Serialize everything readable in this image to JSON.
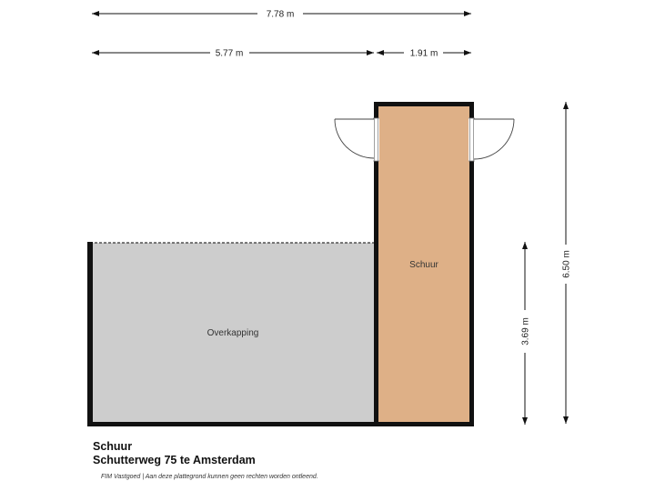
{
  "dimensions": {
    "top_total": "7.78 m",
    "top_left": "5.77 m",
    "top_right": "1.91 m",
    "right_inner": "3.69 m",
    "right_outer": "6.50 m"
  },
  "rooms": {
    "schuur": "Schuur",
    "overkapping": "Overkapping"
  },
  "colors": {
    "schuur_fill": "#deb087",
    "overkapping_fill": "#cdcdcd",
    "wall": "#111111"
  },
  "caption": {
    "title": "Schuur",
    "address": "Schutterweg 75 te Amsterdam"
  },
  "footer": "FIM Vastgoed | Aan deze plattegrond kunnen geen rechten worden ontleend."
}
